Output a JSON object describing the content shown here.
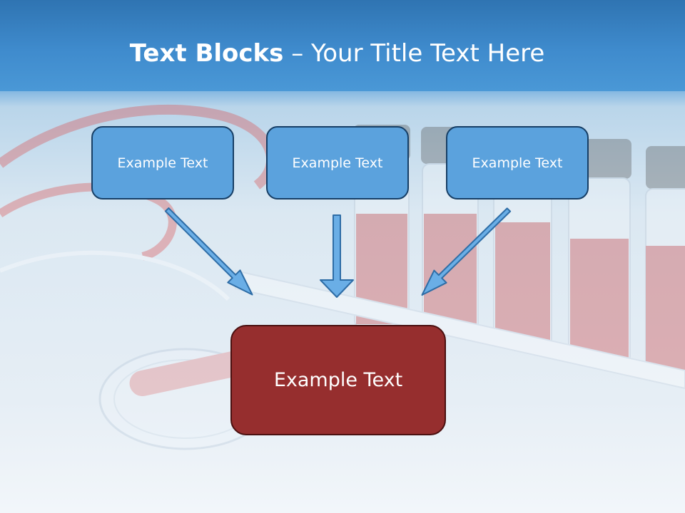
{
  "slide": {
    "title_bold": "Text Blocks",
    "title_rest": " – Your Title Text Here",
    "blocks": [
      "Example Text",
      "Example Text",
      "Example Text"
    ],
    "main_block": "Example Text"
  },
  "colors": {
    "header": "#3f8bcd",
    "box_fill": "#5ba2dd",
    "box_border": "#173f66",
    "main_fill": "#962e2e",
    "arrow_fill": "#6aaee6",
    "arrow_stroke": "#2e6da6"
  }
}
